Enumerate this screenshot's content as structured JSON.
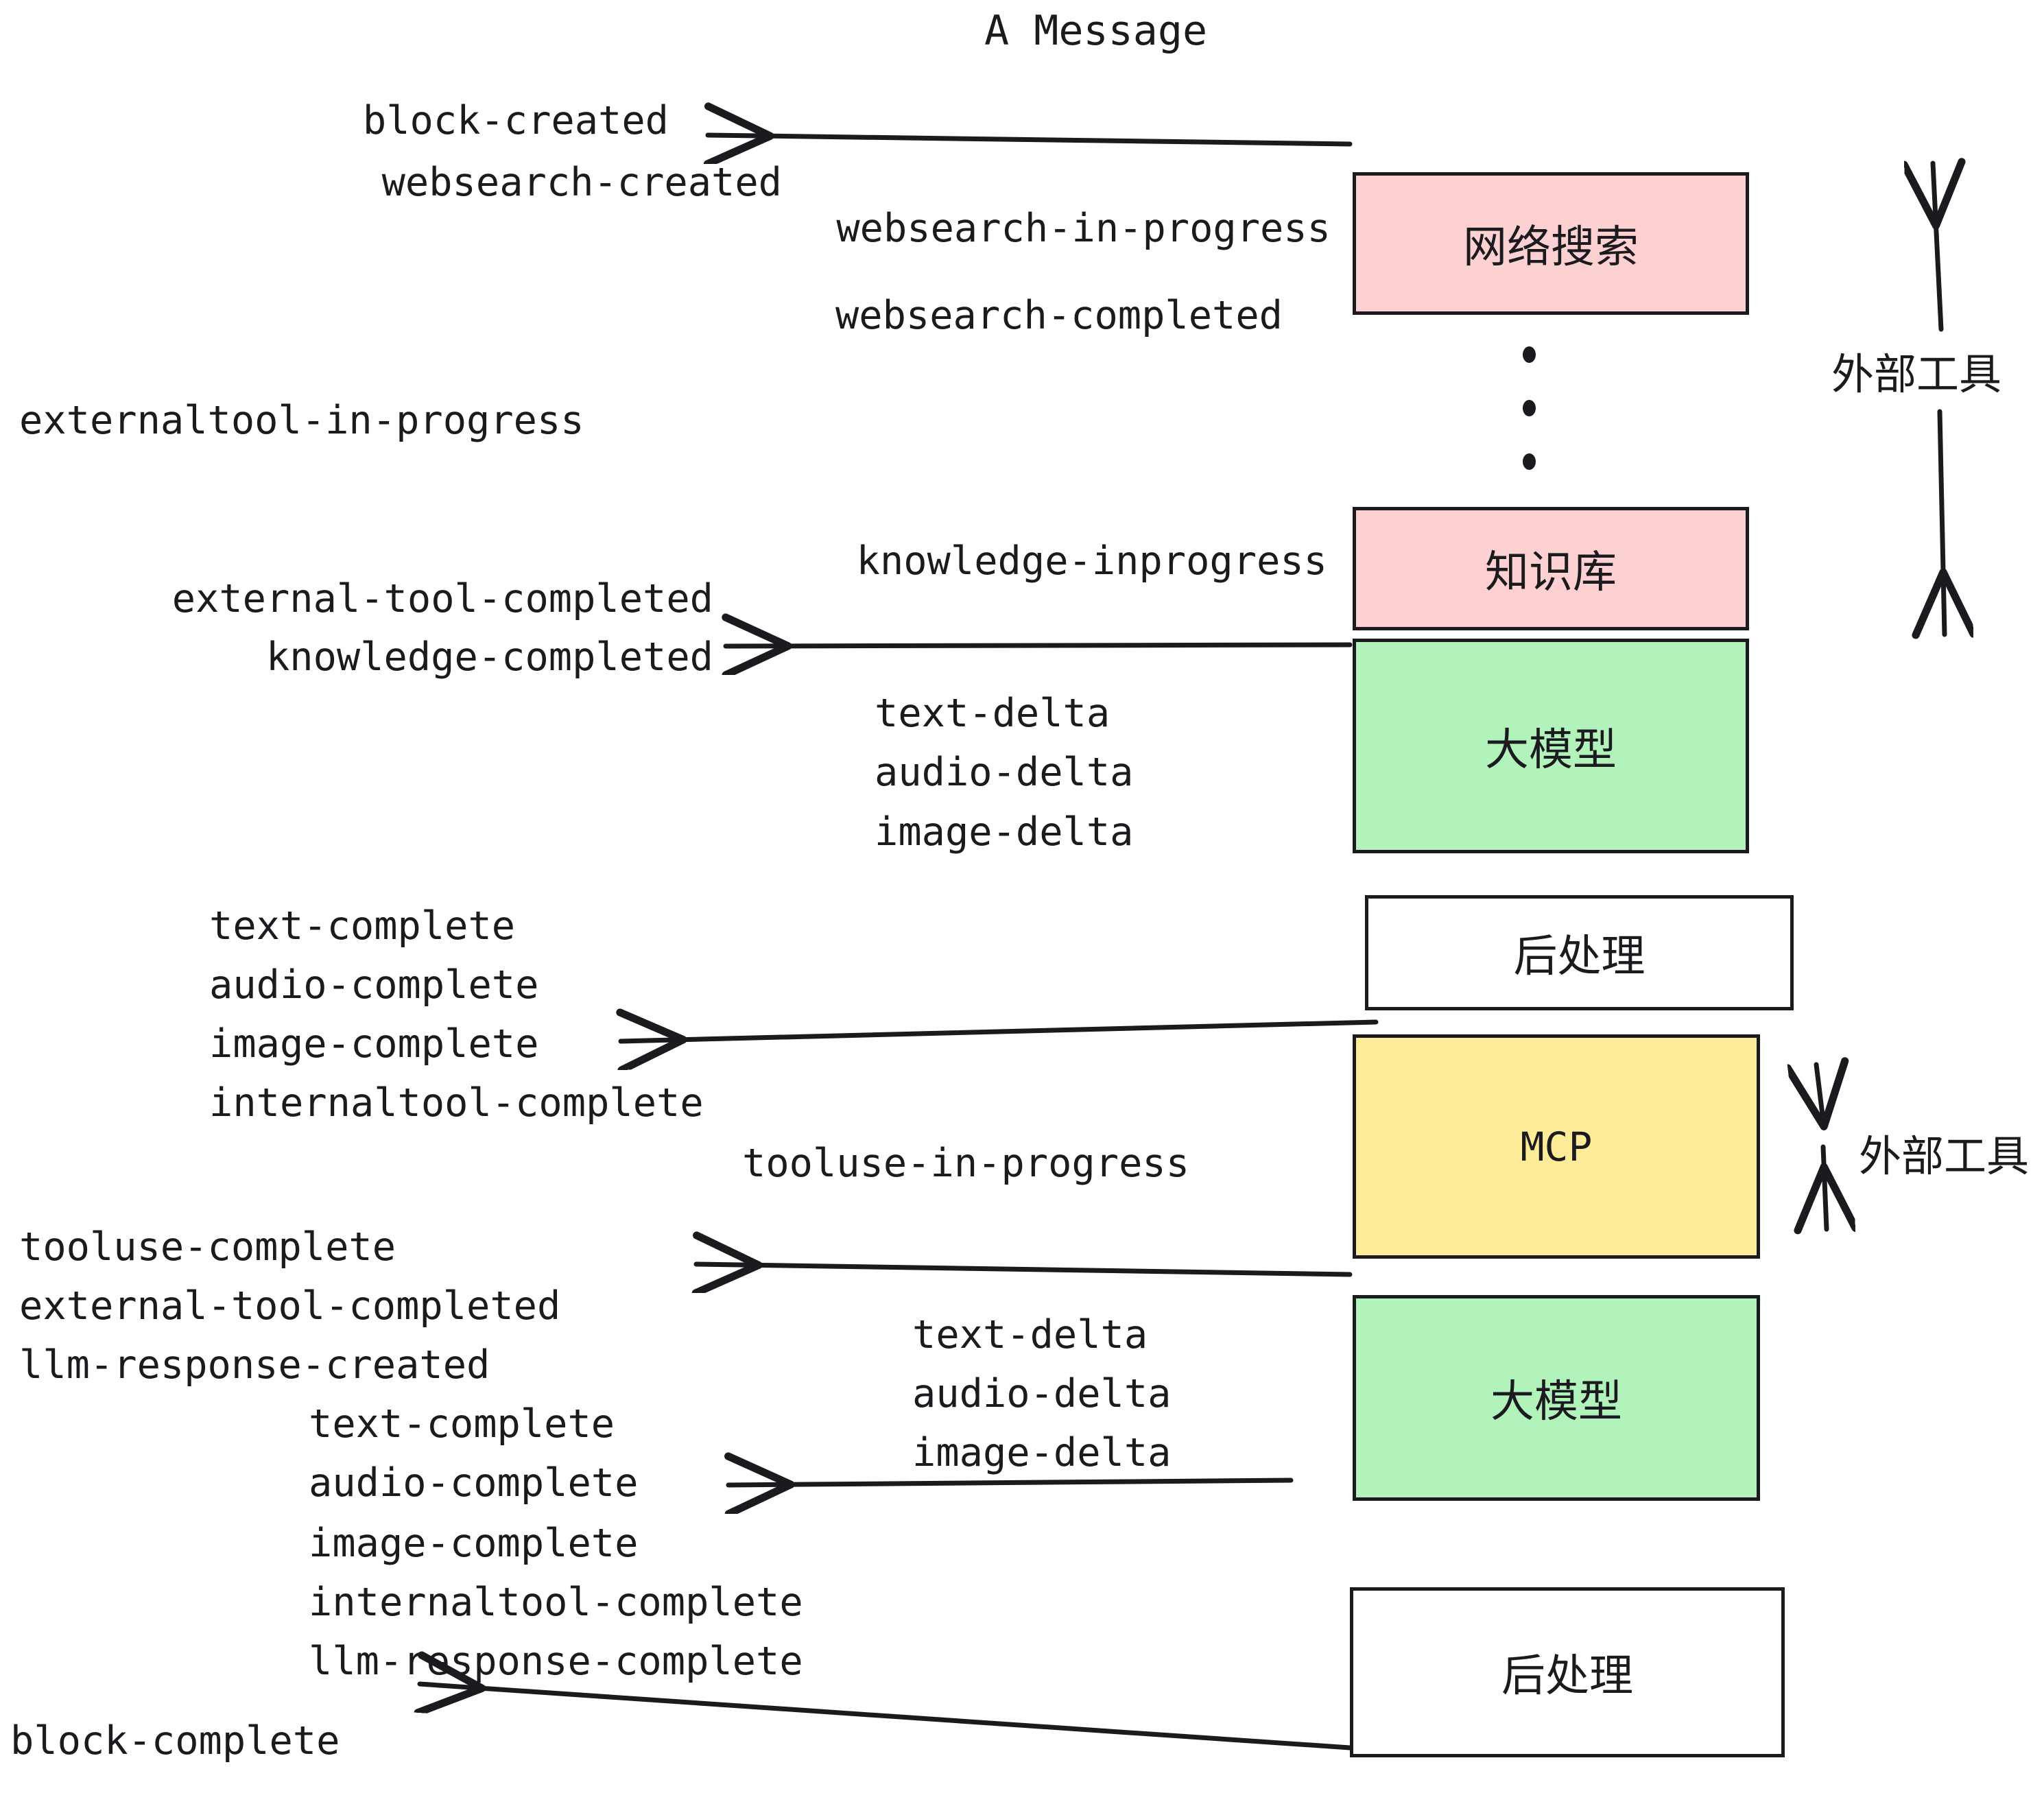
{
  "title": "A Message",
  "colors": {
    "stroke": "#1b1b1f",
    "pink": "#fdd0d1",
    "green": "#b2f2bb",
    "yellow": "#ffec99",
    "white": "#ffffff",
    "background": "#ffffff"
  },
  "boxes": [
    {
      "id": "websearch",
      "label": "网络搜索",
      "fill": "pink"
    },
    {
      "id": "knowledge",
      "label": "知识库",
      "fill": "pink"
    },
    {
      "id": "llm-1",
      "label": "大模型",
      "fill": "green"
    },
    {
      "id": "postprocess-1",
      "label": "后处理",
      "fill": "white"
    },
    {
      "id": "mcp",
      "label": "MCP",
      "fill": "yellow"
    },
    {
      "id": "llm-2",
      "label": "大模型",
      "fill": "green"
    },
    {
      "id": "postprocess-2",
      "label": "后处理",
      "fill": "white"
    }
  ],
  "side_annotations": [
    {
      "id": "external-tool-upper",
      "label": "外部工具"
    },
    {
      "id": "external-tool-lower",
      "label": "外部工具"
    }
  ],
  "events": [
    {
      "id": "block-created",
      "text": "block-created"
    },
    {
      "id": "websearch-created",
      "text": "websearch-created"
    },
    {
      "id": "websearch-in-progress",
      "text": "websearch-in-progress"
    },
    {
      "id": "websearch-completed",
      "text": "websearch-completed"
    },
    {
      "id": "externaltool-in-progress",
      "text": "externaltool-in-progress"
    },
    {
      "id": "knowledge-inprogress",
      "text": "knowledge-inprogress"
    },
    {
      "id": "external-tool-completed-1",
      "text": "external-tool-completed"
    },
    {
      "id": "knowledge-completed",
      "text": "knowledge-completed"
    },
    {
      "id": "text-delta-1",
      "text": "text-delta"
    },
    {
      "id": "audio-delta-1",
      "text": "audio-delta"
    },
    {
      "id": "image-delta-1",
      "text": "image-delta"
    },
    {
      "id": "text-complete-1",
      "text": "text-complete"
    },
    {
      "id": "audio-complete-1",
      "text": "audio-complete"
    },
    {
      "id": "image-complete-1",
      "text": "image-complete"
    },
    {
      "id": "internaltool-complete-1",
      "text": "internaltool-complete"
    },
    {
      "id": "tooluse-in-progress",
      "text": "tooluse-in-progress"
    },
    {
      "id": "tooluse-complete",
      "text": "tooluse-complete"
    },
    {
      "id": "external-tool-completed-2",
      "text": "external-tool-completed"
    },
    {
      "id": "llm-response-created",
      "text": "llm-response-created"
    },
    {
      "id": "text-complete-2",
      "text": "text-complete"
    },
    {
      "id": "audio-complete-2",
      "text": "audio-complete"
    },
    {
      "id": "text-delta-2",
      "text": "text-delta"
    },
    {
      "id": "audio-delta-2",
      "text": "audio-delta"
    },
    {
      "id": "image-delta-2",
      "text": "image-delta"
    },
    {
      "id": "image-complete-2",
      "text": "image-complete"
    },
    {
      "id": "internaltool-complete-2",
      "text": "internaltool-complete"
    },
    {
      "id": "llm-response-complete",
      "text": "llm-response-complete"
    },
    {
      "id": "block-complete",
      "text": "block-complete"
    }
  ]
}
